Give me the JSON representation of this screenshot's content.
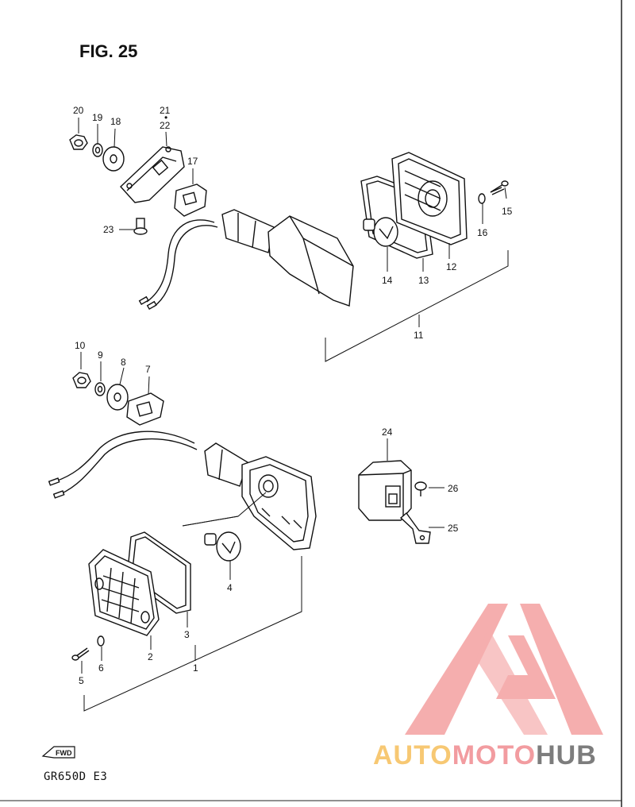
{
  "figure": {
    "title": "FIG. 25",
    "model": "GR650D  E3",
    "fwd_label": "FWD"
  },
  "callouts": [
    {
      "id": "c20",
      "num": "20"
    },
    {
      "id": "c19",
      "num": "19"
    },
    {
      "id": "c18",
      "num": "18"
    },
    {
      "id": "c21",
      "num": "21"
    },
    {
      "id": "c22",
      "num": "22"
    },
    {
      "id": "c17",
      "num": "17"
    },
    {
      "id": "c23",
      "num": "23"
    },
    {
      "id": "c15",
      "num": "15"
    },
    {
      "id": "c16",
      "num": "16"
    },
    {
      "id": "c12",
      "num": "12"
    },
    {
      "id": "c13",
      "num": "13"
    },
    {
      "id": "c14",
      "num": "14"
    },
    {
      "id": "c11",
      "num": "11"
    },
    {
      "id": "c10",
      "num": "10"
    },
    {
      "id": "c9",
      "num": "9"
    },
    {
      "id": "c8",
      "num": "8"
    },
    {
      "id": "c7",
      "num": "7"
    },
    {
      "id": "c24",
      "num": "24"
    },
    {
      "id": "c26",
      "num": "26"
    },
    {
      "id": "c25",
      "num": "25"
    },
    {
      "id": "c4",
      "num": "4"
    },
    {
      "id": "c3",
      "num": "3"
    },
    {
      "id": "c2",
      "num": "2"
    },
    {
      "id": "c6",
      "num": "6"
    },
    {
      "id": "c5",
      "num": "5"
    },
    {
      "id": "c1",
      "num": "1"
    }
  ],
  "watermark": {
    "part1": "AUTO",
    "part2": "MOTO",
    "part3": "HUB",
    "colors": {
      "auto": "#f7c873",
      "moto": "#f29ca0",
      "hub": "#7d7d7d",
      "logo": "#f4a0a0"
    }
  }
}
